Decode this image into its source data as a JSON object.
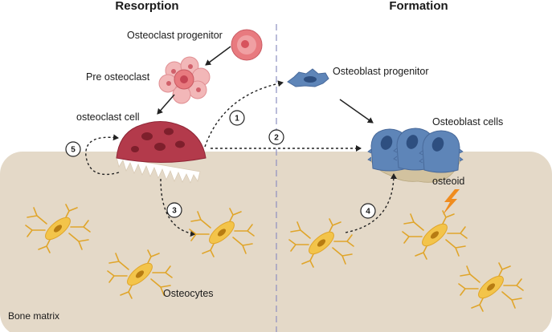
{
  "headings": {
    "left": "Resorption",
    "right": "Formation"
  },
  "labels": {
    "osteoclast_progenitor": "Osteoclast progenitor",
    "pre_osteoclast": "Pre osteoclast",
    "osteoclast_cell": "osteoclast cell",
    "osteoblast_progenitor": "Osteoblast progenitor",
    "osteoblast_cells": "Osteoblast cells",
    "osteoid": "osteoid",
    "osteocytes": "Osteocytes",
    "bone_matrix": "Bone matrix"
  },
  "steps": [
    "1",
    "2",
    "3",
    "4",
    "5"
  ],
  "colors": {
    "bone": "#e4d9c8",
    "osteoclast": "#b33a4b",
    "progenitor": "#e87a7f",
    "osteoblast": "#5e85b8",
    "osteocyte": "#f3c44a",
    "lightning": "#f08c1e",
    "divider": "#8d8fc0"
  }
}
